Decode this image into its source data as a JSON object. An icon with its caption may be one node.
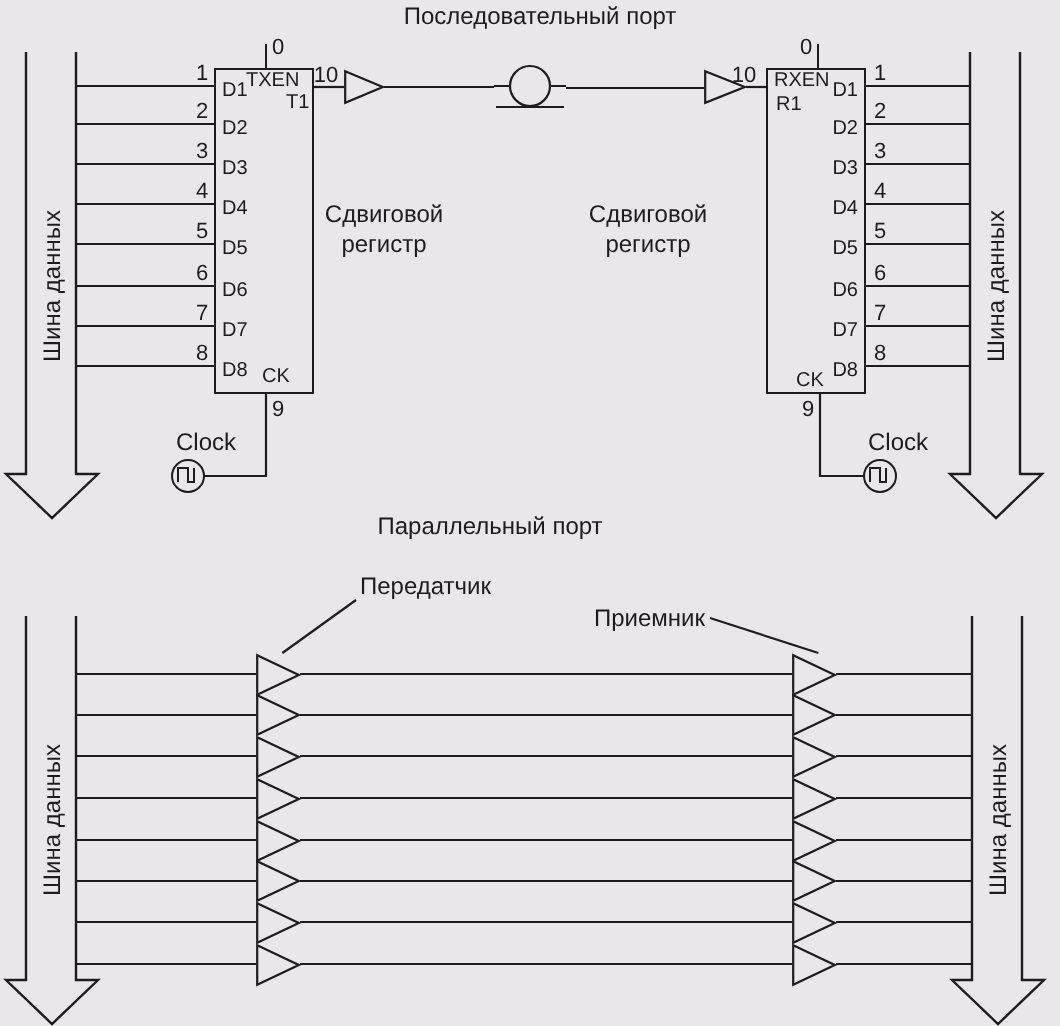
{
  "diagram": {
    "nodes": [
      {
        "text": [
          "Шина данных"
        ]
      },
      {
        "text": [
          "TXEN",
          "T1",
          "D1",
          "D2",
          "D3",
          "D4",
          "D5",
          "D6",
          "D7",
          "D8",
          "CK"
        ],
        "beside": [
          "Сдвиговой регистр"
        ]
      },
      {
        "text": [],
        "shape": "triangle"
      },
      {
        "text": [],
        "shape": "circle"
      },
      {
        "text": [],
        "shape": "triangle"
      },
      {
        "text": [
          "RXEN",
          "R1",
          "D1",
          "D2",
          "D3",
          "D4",
          "D5",
          "D6",
          "D7",
          "D8",
          "CK"
        ],
        "beside": [
          "Сдвиговой регистр"
        ]
      },
      {
        "text": [
          "Шина данных"
        ]
      },
      {
        "text": [
          "Clock"
        ]
      },
      {
        "text": [
          "Clock"
        ]
      },
      {
        "text": [
          "Шина данных"
        ]
      },
      {
        "text": [],
        "shape": "triangle"
      },
      {
        "text": [],
        "shape": "triangle"
      },
      {
        "text": [],
        "shape": "triangle"
      },
      {
        "text": [],
        "shape": "triangle"
      },
      {
        "text": [],
        "shape": "triangle"
      },
      {
        "text": [],
        "shape": "triangle"
      },
      {
        "text": [],
        "shape": "triangle"
      },
      {
        "text": [],
        "shape": "triangle"
      },
      {
        "text": [],
        "shape": "triangle"
      },
      {
        "text": [],
        "shape": "triangle"
      },
      {
        "text": [],
        "shape": "triangle"
      },
      {
        "text": [],
        "shape": "triangle"
      },
      {
        "text": [],
        "shape": "triangle"
      },
      {
        "text": [],
        "shape": "triangle"
      },
      {
        "text": [],
        "shape": "triangle"
      },
      {
        "text": [],
        "shape": "triangle"
      },
      {
        "text": [
          "Шина данных"
        ]
      },
      {
        "text": [
          "Передатчик"
        ]
      },
      {
        "text": [
          "Приемник"
        ]
      }
    ],
    "edges": [
      {
        "from": 0,
        "to": 1,
        "arrow": "none"
      },
      {
        "from": 0,
        "to": 1,
        "arrow": "none"
      },
      {
        "from": 0,
        "to": 1,
        "arrow": "none"
      },
      {
        "from": 0,
        "to": 1,
        "arrow": "none"
      },
      {
        "from": 0,
        "to": 1,
        "arrow": "none"
      },
      {
        "from": 0,
        "to": 1,
        "arrow": "none"
      },
      {
        "from": 0,
        "to": 1,
        "arrow": "none"
      },
      {
        "from": 0,
        "to": 1,
        "arrow": "none"
      },
      {
        "from": 1,
        "to": 2,
        "arrow": "none"
      },
      {
        "from": 2,
        "to": 3,
        "arrow": "none"
      },
      {
        "from": 3,
        "to": 4,
        "arrow": "none"
      },
      {
        "from": 4,
        "to": 5,
        "arrow": "none"
      },
      {
        "from": 5,
        "to": 6,
        "arrow": "none"
      },
      {
        "from": 5,
        "to": 6,
        "arrow": "none"
      },
      {
        "from": 5,
        "to": 6,
        "arrow": "none"
      },
      {
        "from": 5,
        "to": 6,
        "arrow": "none"
      },
      {
        "from": 5,
        "to": 6,
        "arrow": "none"
      },
      {
        "from": 5,
        "to": 6,
        "arrow": "none"
      },
      {
        "from": 5,
        "to": 6,
        "arrow": "none"
      },
      {
        "from": 5,
        "to": 6,
        "arrow": "none"
      },
      {
        "from": 7,
        "to": 1,
        "arrow": "none"
      },
      {
        "from": 8,
        "to": 5,
        "arrow": "none"
      },
      {
        "from": 9,
        "to": 10,
        "arrow": "none"
      },
      {
        "from": 9,
        "to": 11,
        "arrow": "none"
      },
      {
        "from": 9,
        "to": 12,
        "arrow": "none"
      },
      {
        "from": 9,
        "to": 13,
        "arrow": "none"
      },
      {
        "from": 9,
        "to": 14,
        "arrow": "none"
      },
      {
        "from": 9,
        "to": 15,
        "arrow": "none"
      },
      {
        "from": 9,
        "to": 16,
        "arrow": "none"
      },
      {
        "from": 9,
        "to": 17,
        "arrow": "none"
      },
      {
        "from": 10,
        "to": 18,
        "arrow": "none"
      },
      {
        "from": 11,
        "to": 19,
        "arrow": "none"
      },
      {
        "from": 12,
        "to": 20,
        "arrow": "none"
      },
      {
        "from": 13,
        "to": 21,
        "arrow": "none"
      },
      {
        "from": 14,
        "to": 22,
        "arrow": "none"
      },
      {
        "from": 15,
        "to": 23,
        "arrow": "none"
      },
      {
        "from": 16,
        "to": 24,
        "arrow": "none"
      },
      {
        "from": 17,
        "to": 25,
        "arrow": "none"
      },
      {
        "from": 18,
        "to": 26,
        "arrow": "none"
      },
      {
        "from": 19,
        "to": 26,
        "arrow": "none"
      },
      {
        "from": 20,
        "to": 26,
        "arrow": "none"
      },
      {
        "from": 21,
        "to": 26,
        "arrow": "none"
      },
      {
        "from": 22,
        "to": 26,
        "arrow": "none"
      },
      {
        "from": 23,
        "to": 26,
        "arrow": "none"
      },
      {
        "from": 24,
        "to": 26,
        "arrow": "none"
      },
      {
        "from": 25,
        "to": 26,
        "arrow": "none"
      },
      {
        "from": 27,
        "to": 10,
        "arrow": "none"
      },
      {
        "from": 28,
        "to": 18,
        "arrow": "none"
      }
    ],
    "labels": [
      "Последовательный порт",
      "0",
      "10",
      "1",
      "2",
      "3",
      "4",
      "5",
      "6",
      "7",
      "8",
      "9",
      "0",
      "10",
      "1",
      "2",
      "3",
      "4",
      "5",
      "6",
      "7",
      "8",
      "9",
      "Параллельный порт"
    ]
  }
}
